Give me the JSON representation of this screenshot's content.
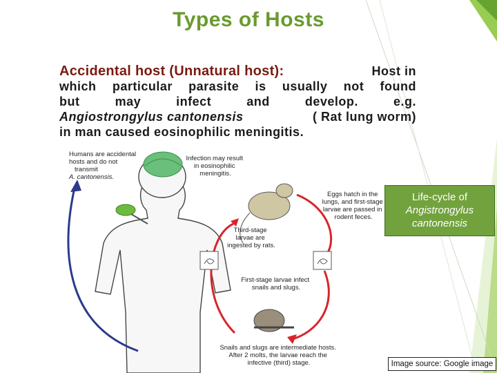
{
  "slide": {
    "title": "Types of Hosts",
    "term": "Accidental host (Unnatural host):",
    "line1_rest": "Host in",
    "line2_words": [
      "which",
      "particular",
      "parasite",
      "is",
      "usually",
      "not",
      "found"
    ],
    "line3_words": [
      "but",
      "may",
      "infect",
      "and",
      "develop.",
      "e.g."
    ],
    "species": "Angiostrongylus cantonensis",
    "line4_rest": "( Rat lung worm)",
    "line5": "in man caused eosinophilic meningitis."
  },
  "diagram": {
    "human_note": [
      "Humans are accidental",
      "hosts and do not",
      "transmit",
      "A. cantonensis."
    ],
    "infection_note": [
      "Infection may result",
      "in eosinophilic",
      "meningitis."
    ],
    "eggs_note": [
      "Eggs hatch in the",
      "lungs, and first-stage",
      "larvae are passed in",
      "rodent feces."
    ],
    "third_stage_note": [
      "Third-stage",
      "larvae are",
      "ingested by rats."
    ],
    "first_stage_note": [
      "First-stage larvae infect",
      "snails and slugs."
    ],
    "snail_note": [
      "Snails and slugs are intermediate hosts.",
      "After 2 molts, the larvae reach the",
      "infective (third) stage."
    ]
  },
  "lifecycle_box": {
    "line1": "Life-cycle of",
    "line2": "Angistrongylus",
    "line3": "cantonensis"
  },
  "source_label": "Image source: Google image",
  "colors": {
    "title": "#6a9a2e",
    "term": "#7a1a10",
    "box": "#72a23d",
    "arrow": "#d9242b",
    "human_arrow": "#2a3a8c"
  }
}
